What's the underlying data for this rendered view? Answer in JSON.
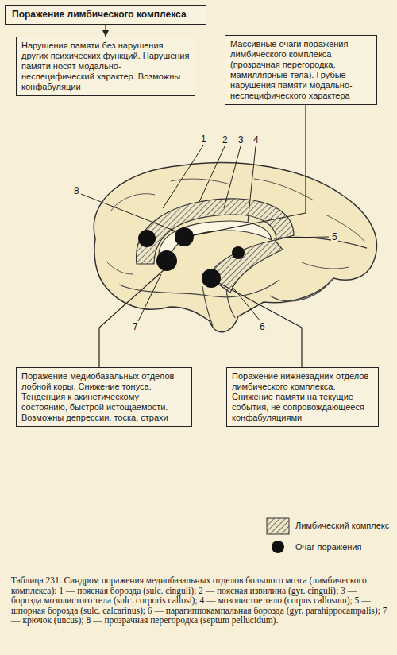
{
  "diagram": {
    "caption": "Таблица 231. Синдром поражения медиобазальных отделов большого мозга (лимбического комплекса): 1 — поясная борозда (sulc. cinguli); 2 — поясная извилина (gyr. cinguli); 3 — борозда мозолистого тела (sulc. corporis callosi); 4 — мозолистое тело (corpus callosum); 5 — шпорная борозда (sulc. calcarinus); 6 — парагиппокампальная борозда (gyr. parahippocampalis); 7 — крючок (uncus); 8 — прозрачная перегородка (septum pellucidum).",
    "nodes": [
      {
        "text": [
          "Поражение лимбического комплекса"
        ]
      },
      {
        "text": [
          "Нарушения памяти без нарушения других психических функций. Нарушения памяти носят модально-неспецифический характер. Возможны конфабуляции"
        ]
      },
      {
        "text": [
          "Массивные очаги поражения лимбического комплекса (прозрачная перегородка, мамиллярные тела). Грубые нарушения памяти модально-неспецифического характера"
        ]
      },
      {
        "text": [
          "Поражение медиобазальных отделов лобной коры. Снижение тонуса. Тенденция к акинетическому состоянию, быстрой истощаемости. Возможны депрессии, тоска, страхи"
        ]
      },
      {
        "text": [
          "Поражение нижнезадних отделов лимбического комплекса. Снижение памяти на текущие события, не сопровождающееся конфабуляциями"
        ]
      }
    ],
    "edges": [
      {
        "from": 0,
        "to": 1,
        "arrow": "to"
      }
    ],
    "labels": [
      "1",
      "2",
      "3",
      "4",
      "5",
      "6",
      "7",
      "8"
    ],
    "legend": [
      {
        "text": "Лимбический комплекс"
      },
      {
        "text": "Очаг поражения"
      }
    ]
  }
}
